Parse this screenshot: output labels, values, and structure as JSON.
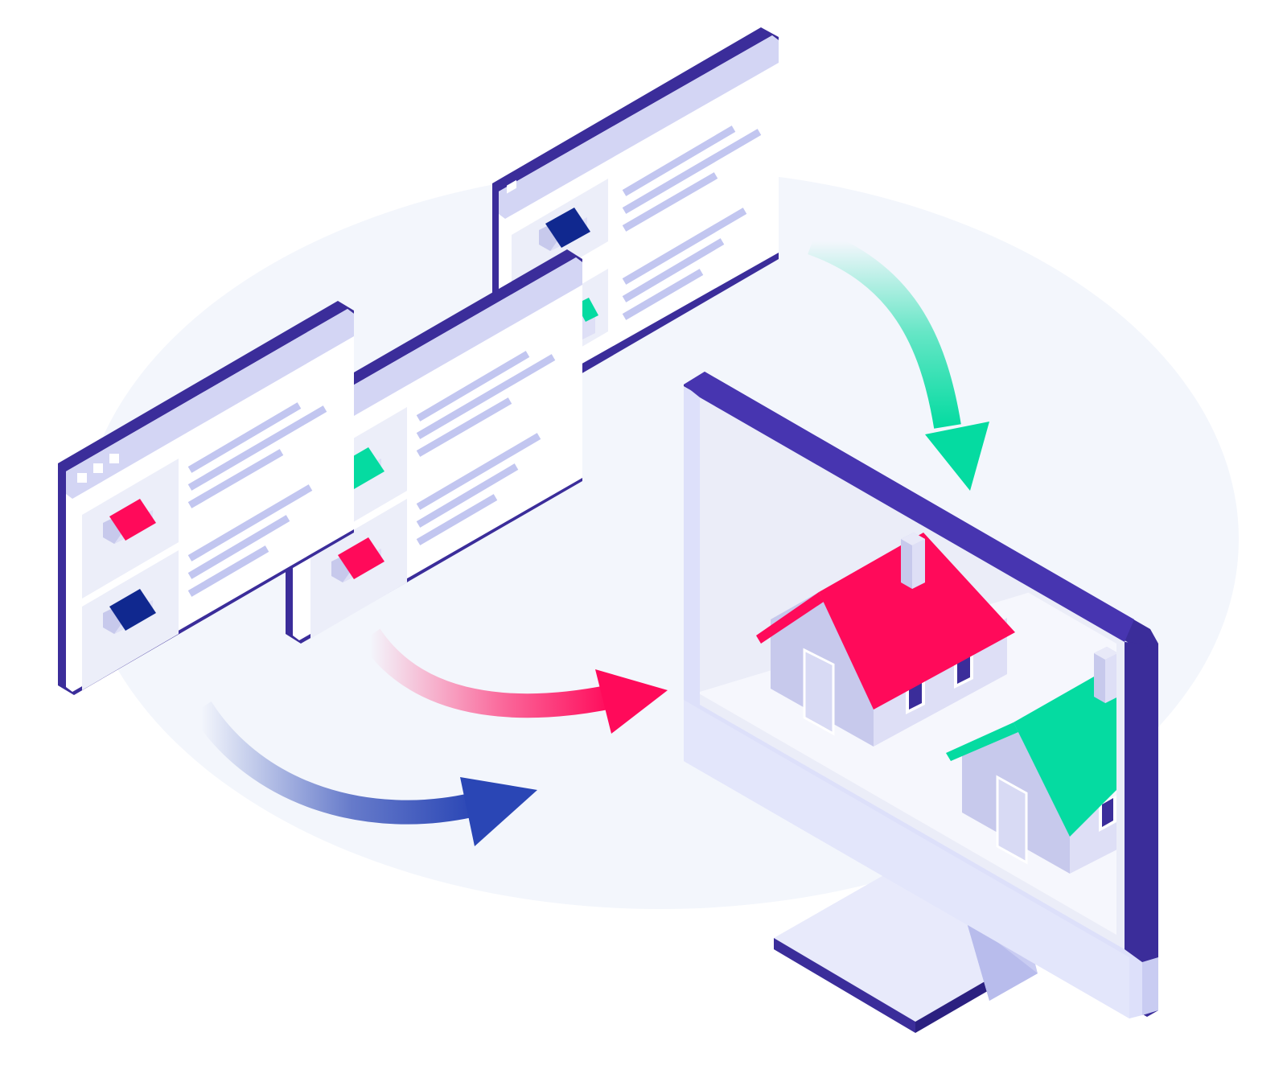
{
  "illustration": {
    "subject": "listing-sync-to-desktop",
    "windows": [
      {
        "id": "window-left",
        "listings": [
          "red-roof-house",
          "navy-roof-house"
        ]
      },
      {
        "id": "window-middle",
        "listings": [
          "green-roof-house",
          "red-roof-house"
        ]
      },
      {
        "id": "window-back",
        "listings": [
          "navy-roof-house",
          "green-roof-house"
        ]
      }
    ],
    "arrows": [
      "blue-arrow",
      "pink-arrow",
      "green-arrow"
    ],
    "monitor_houses": [
      "red-roof-house",
      "green-roof-house"
    ]
  },
  "colors": {
    "window_frame": "#3b2d9a",
    "window_panel": "#ffffff",
    "window_bar": "#d3d5f4",
    "thumb_bg": "#eceef9",
    "text_line": "#c2c6f0",
    "red": "#ff0a5a",
    "green": "#05dba1",
    "navy": "#10288f",
    "blue_arrow": "#2a46b5",
    "house_wall": "#c7c9ec",
    "house_side": "#dedff6",
    "monitor_frame": "#3b2d9a",
    "monitor_bezel": "#d9dcf8",
    "backdrop": "#f3f6fc"
  }
}
